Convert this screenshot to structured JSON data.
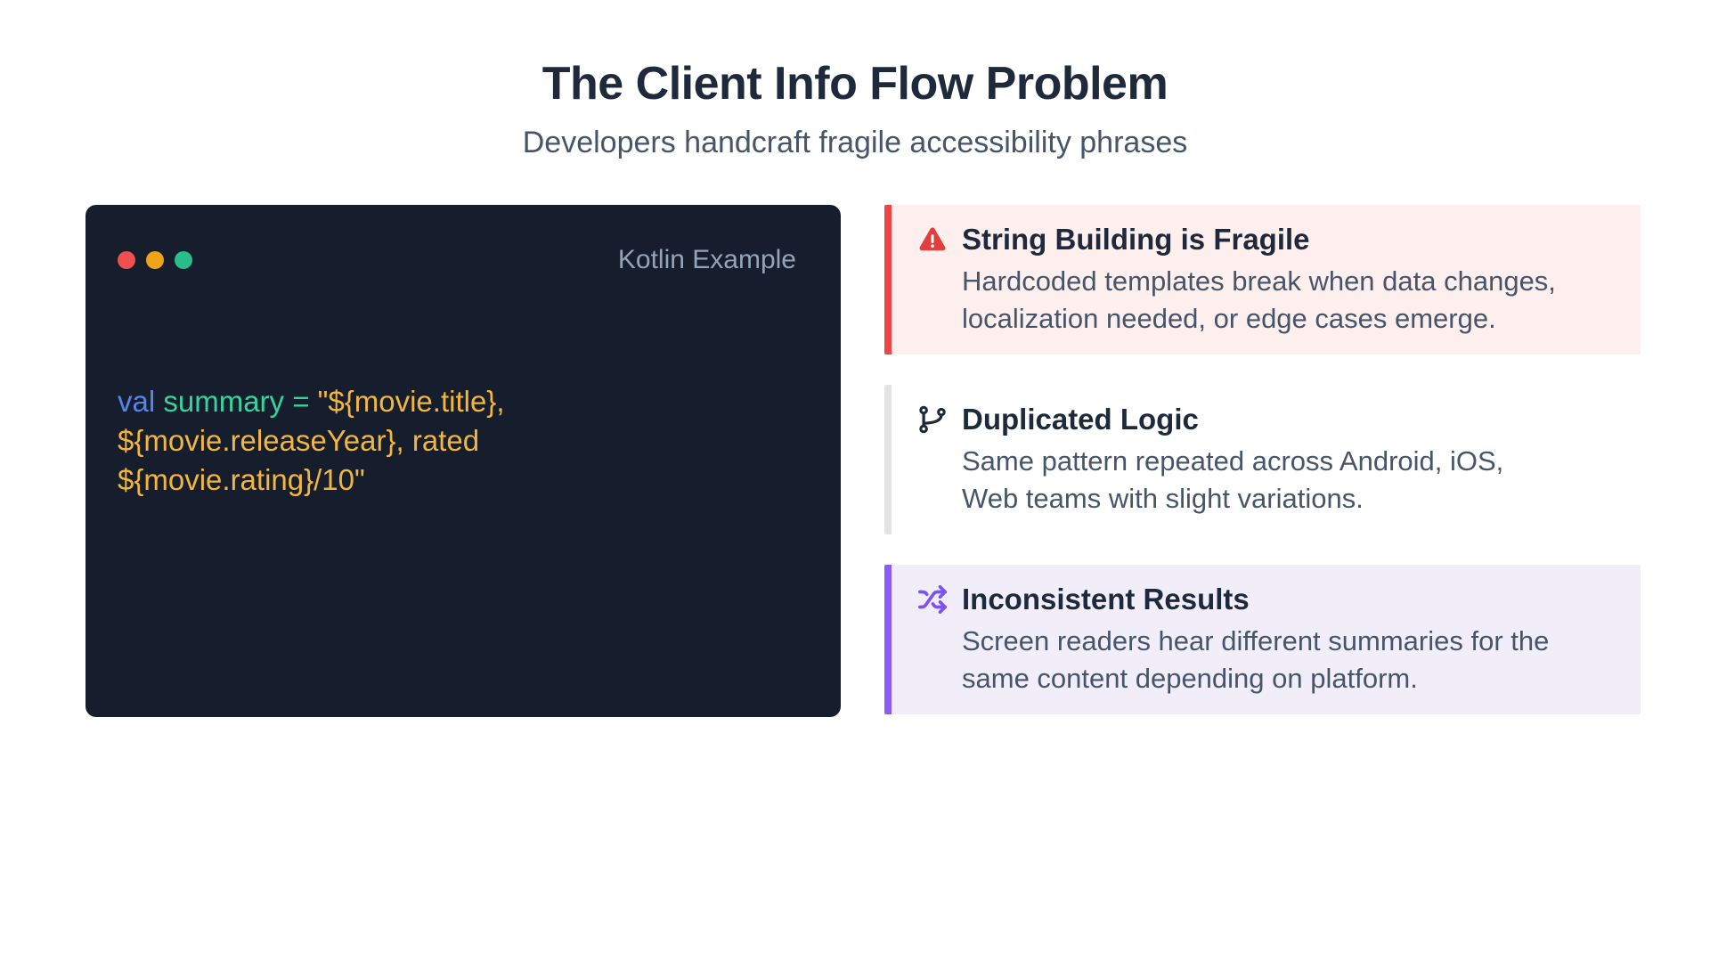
{
  "header": {
    "title": "The Client Info Flow Problem",
    "subtitle": "Developers handcraft fragile accessibility phrases"
  },
  "code_window": {
    "label": "Kotlin Example",
    "traffic_lights": [
      {
        "name": "close",
        "color": "#ee4f4f"
      },
      {
        "name": "minimize",
        "color": "#f0a219"
      },
      {
        "name": "maximize",
        "color": "#29bd89"
      }
    ],
    "colors": {
      "background": "#161e2d",
      "label": "#94a3b8",
      "keyword": "#5585ec",
      "identifier": "#36d39e",
      "string": "#f2b63c"
    },
    "code_text": "val summary = \"${movie.title}, ${movie.releaseYear}, rated ${movie.rating}/10\"",
    "code_lines": [
      [
        {
          "text": "val ",
          "token": "keyword"
        },
        {
          "text": "summary = ",
          "token": "identifier"
        },
        {
          "text": "\"${movie.title},",
          "token": "string"
        }
      ],
      [
        {
          "text": "${movie.releaseYear}, rated",
          "token": "string"
        }
      ],
      [
        {
          "text": "${movie.rating}/10\"",
          "token": "string"
        }
      ]
    ]
  },
  "cards": [
    {
      "icon": "alert-triangle-icon",
      "accent_color": "#ef4444",
      "background_color": "#fdefee",
      "icon_color": "#e23e3e",
      "title": "String Building is Fragile",
      "body": "Hardcoded templates break when data changes, localization needed, or edge cases emerge.",
      "body_lines": [
        "Hardcoded templates break when data changes,",
        "localization needed, or edge cases emerge."
      ]
    },
    {
      "icon": "git-branch-icon",
      "accent_color": "#e4e4e7",
      "background_color": "#ffffff",
      "icon_color": "#1e293b",
      "title": "Duplicated Logic",
      "body": "Same pattern repeated across Android, iOS, Web teams with slight variations.",
      "body_lines": [
        "Same pattern repeated across Android, iOS,",
        "Web teams with slight variations."
      ]
    },
    {
      "icon": "shuffle-icon",
      "accent_color": "#8b5cf6",
      "background_color": "#f1eefa",
      "icon_color": "#7c52f2",
      "title": "Inconsistent Results",
      "body": "Screen readers hear different summaries for the same content depending on platform.",
      "body_lines": [
        "Screen readers hear different summaries for the",
        "same content depending on platform."
      ]
    }
  ]
}
